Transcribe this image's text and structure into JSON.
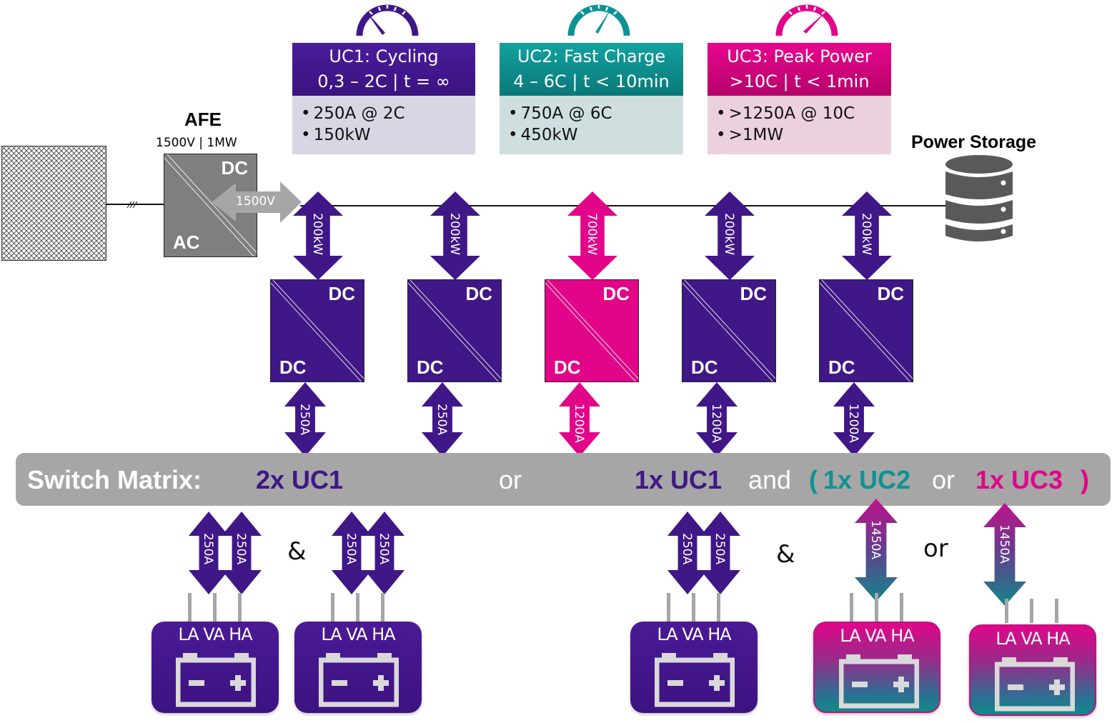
{
  "colors": {
    "uc1": "#3f1787",
    "uc2": "#0d9393",
    "uc3": "#e2058a",
    "afe": "#7f7f7f",
    "switch_matrix": "#a6a6a6",
    "uc1_body": "#d8d6e3",
    "uc2_body": "#cfdfe0",
    "uc3_body": "#edd0de"
  },
  "use_cases": [
    {
      "id": "UC1",
      "icon": "gauge-low-icon",
      "title": "UC1: Cycling",
      "subtitle": "0,3 – 2C | t = ∞",
      "bullets": [
        "250A @ 2C",
        "150kW"
      ]
    },
    {
      "id": "UC2",
      "icon": "gauge-mid-icon",
      "title": "UC2: Fast Charge",
      "subtitle": "4 – 6C | t < 10min",
      "bullets": [
        "750A @ 6C",
        "450kW"
      ]
    },
    {
      "id": "UC3",
      "icon": "gauge-high-icon",
      "title": "UC3: Peak Power",
      "subtitle": ">10C | t < 1min",
      "bullets": [
        ">1250A @ 10C",
        ">1MW"
      ]
    }
  ],
  "afe": {
    "title": "AFE",
    "rating": "1500V | 1MW",
    "label_dc": "DC",
    "label_ac": "AC",
    "bus_voltage": "1500V"
  },
  "power_storage": {
    "title": "Power Storage"
  },
  "converters": [
    {
      "input": "200kW",
      "output": "250A",
      "top": "DC",
      "bottom": "DC",
      "color": "uc1"
    },
    {
      "input": "200kW",
      "output": "250A",
      "top": "DC",
      "bottom": "DC",
      "color": "uc1"
    },
    {
      "input": "700kW",
      "output": "1200A",
      "top": "DC",
      "bottom": "DC",
      "color": "uc3"
    },
    {
      "input": "200kW",
      "output": "1200A",
      "top": "DC",
      "bottom": "DC",
      "color": "uc1"
    },
    {
      "input": "200kW",
      "output": "1200A",
      "top": "DC",
      "bottom": "DC",
      "color": "uc1"
    }
  ],
  "switch_matrix": {
    "label": "Switch Matrix:",
    "option1": "2x UC1",
    "or": "or",
    "option2_a": "1x UC1",
    "and": "and",
    "paren_open": "(",
    "option2_b": "1x UC2",
    "or2": "or",
    "option2_c": "1x UC3",
    "paren_close": ")"
  },
  "outputs": {
    "pair_current": "250A",
    "high_current": "1450A",
    "amp": "&",
    "or": "or"
  },
  "batteries": [
    {
      "label": "LA VA HA",
      "style": "purple"
    },
    {
      "label": "LA VA HA",
      "style": "purple"
    },
    {
      "label": "LA VA HA",
      "style": "purple"
    },
    {
      "label": "LA VA HA",
      "style": "gradient"
    },
    {
      "label": "LA VA HA",
      "style": "gradient"
    }
  ]
}
